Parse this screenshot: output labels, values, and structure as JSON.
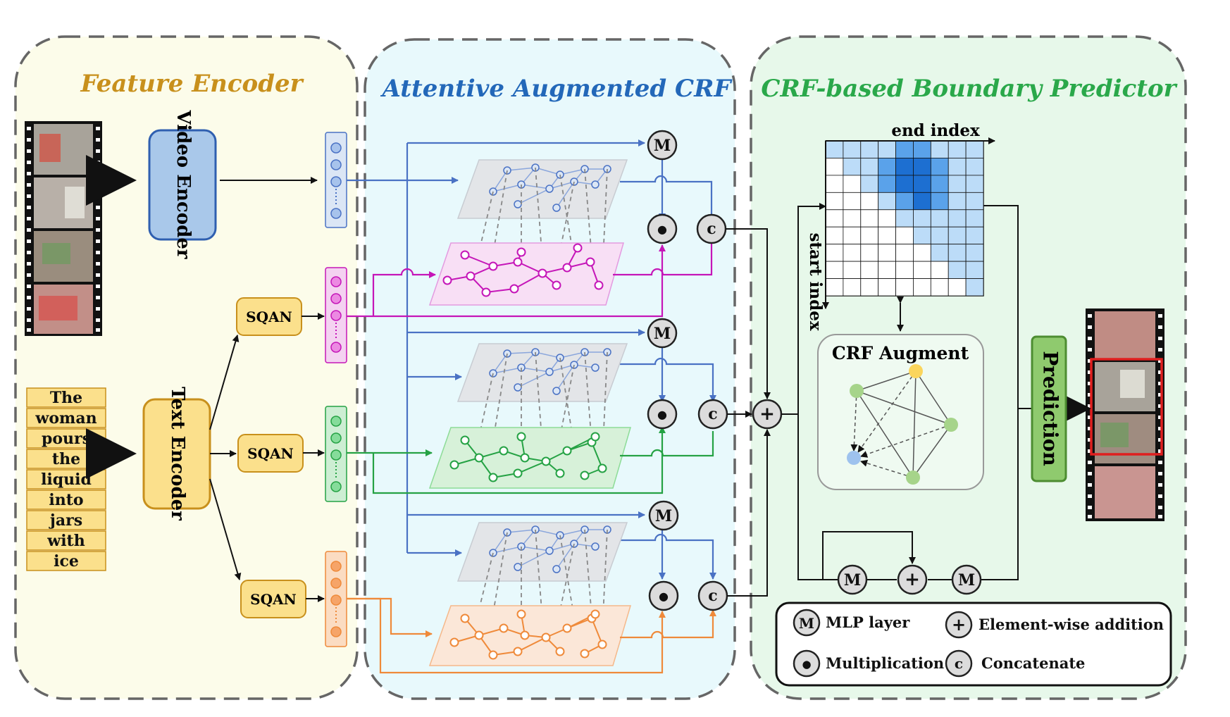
{
  "sections": {
    "feature_encoder": {
      "title": "Feature Encoder",
      "color": "#c8901c",
      "bg": "#fcfcea"
    },
    "attentive_crf": {
      "title": "Attentive Augmented CRF",
      "color": "#2368b9",
      "bg": "#e8f9fc"
    },
    "boundary_predictor": {
      "title": "CRF-based Boundary Predictor",
      "color": "#2aa84a",
      "bg": "#e7f8ea"
    }
  },
  "encoders": {
    "video": "Video Encoder",
    "text": "Text Encoder"
  },
  "sqan": [
    "SQAN",
    "SQAN",
    "SQAN"
  ],
  "query_words": [
    "The",
    "woman",
    "pours",
    "the",
    "liquid",
    "into",
    "jars",
    "with",
    "ice"
  ],
  "ops": {
    "mlp": "M",
    "mult": "●",
    "concat": "c",
    "add": "+"
  },
  "matrix": {
    "end_label": "end index",
    "start_label": "start index"
  },
  "crf_augment": "CRF Augment",
  "prediction": "Prediction",
  "legend": {
    "mlp": "MLP layer",
    "add": "Element-wise addition",
    "mult": "Multiplication",
    "concat": "Concatenate"
  },
  "colors": {
    "video_feature": "#4a72c4",
    "query_1": "#c516b8",
    "query_2": "#25a244",
    "query_3": "#ef8a3a",
    "heatmap_light": "#bcdcf8",
    "heatmap_mid": "#5aa2ea",
    "heatmap_dark": "#1d6fd1"
  }
}
